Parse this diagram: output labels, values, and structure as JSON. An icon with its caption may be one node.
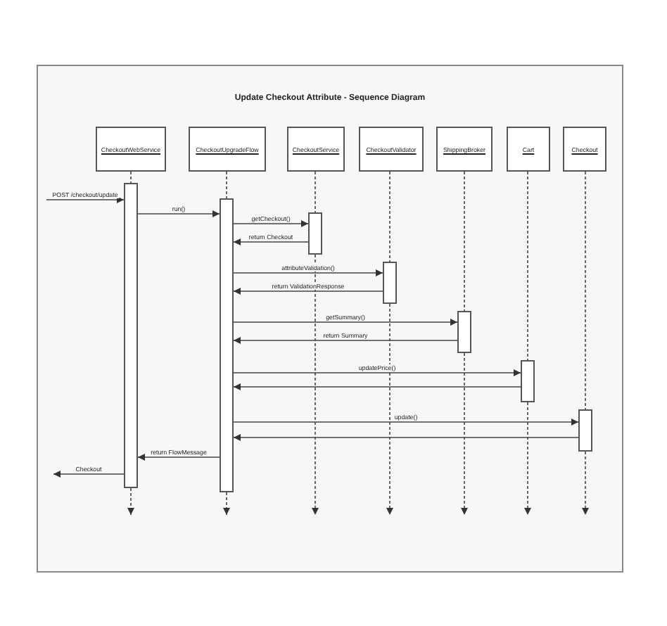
{
  "diagram": {
    "title": "Update Checkout Attribute - Sequence Diagram",
    "nodes": [
      {
        "text": [
          "CheckoutWebService"
        ]
      },
      {
        "text": [
          "CheckoutUpgradeFlow"
        ]
      },
      {
        "text": [
          "CheckoutService"
        ]
      },
      {
        "text": [
          "CheckoutValidator"
        ]
      },
      {
        "text": [
          "ShippingBroker"
        ]
      },
      {
        "text": [
          "Cart"
        ]
      },
      {
        "text": [
          "Checkout"
        ]
      },
      {
        "text": [],
        "shape": "bar"
      },
      {
        "text": [],
        "shape": "bar"
      },
      {
        "text": [],
        "shape": "bar"
      },
      {
        "text": [],
        "shape": "bar"
      },
      {
        "text": [],
        "shape": "bar"
      },
      {
        "text": [],
        "shape": "bar"
      },
      {
        "text": [],
        "shape": "bar"
      }
    ],
    "edges": [
      {
        "from": null,
        "to": 7,
        "arrow": "to",
        "label": "POST /checkout/update"
      },
      {
        "from": 7,
        "to": 8,
        "arrow": "to",
        "label": "run()"
      },
      {
        "from": 8,
        "to": 9,
        "arrow": "to",
        "label": "getCheckout()"
      },
      {
        "from": 9,
        "to": 8,
        "arrow": "to",
        "label": "return Checkout"
      },
      {
        "from": 8,
        "to": 10,
        "arrow": "to",
        "label": "attributeValidation()"
      },
      {
        "from": 10,
        "to": 8,
        "arrow": "to",
        "label": "return ValidationResponse"
      },
      {
        "from": 8,
        "to": 11,
        "arrow": "to",
        "label": "getSummary()"
      },
      {
        "from": 11,
        "to": 8,
        "arrow": "to",
        "label": "return Summary"
      },
      {
        "from": 8,
        "to": 12,
        "arrow": "to",
        "label": "updatePrice()"
      },
      {
        "from": 12,
        "to": 8,
        "arrow": "to"
      },
      {
        "from": 8,
        "to": 13,
        "arrow": "to",
        "label": "update()"
      },
      {
        "from": 13,
        "to": 8,
        "arrow": "to"
      },
      {
        "from": 8,
        "to": 7,
        "arrow": "to",
        "label": "return FlowMessage"
      },
      {
        "from": 7,
        "to": null,
        "arrow": "to",
        "label": "Checkout"
      },
      {
        "from": 0,
        "to": 7,
        "arrow": "none",
        "style": "dashed"
      },
      {
        "from": 1,
        "to": 8,
        "arrow": "none",
        "style": "dashed"
      },
      {
        "from": 2,
        "to": 9,
        "arrow": "none",
        "style": "dashed"
      },
      {
        "from": 3,
        "to": 10,
        "arrow": "none",
        "style": "dashed"
      },
      {
        "from": 4,
        "to": 11,
        "arrow": "none",
        "style": "dashed"
      },
      {
        "from": 5,
        "to": 12,
        "arrow": "none",
        "style": "dashed"
      },
      {
        "from": 6,
        "to": 13,
        "arrow": "none",
        "style": "dashed"
      },
      {
        "from": 7,
        "to": null,
        "arrow": "to",
        "style": "dashed"
      },
      {
        "from": 8,
        "to": null,
        "arrow": "to",
        "style": "dashed"
      },
      {
        "from": 9,
        "to": null,
        "arrow": "to",
        "style": "dashed"
      },
      {
        "from": 10,
        "to": null,
        "arrow": "to",
        "style": "dashed"
      },
      {
        "from": 11,
        "to": null,
        "arrow": "to",
        "style": "dashed"
      },
      {
        "from": 12,
        "to": null,
        "arrow": "to",
        "style": "dashed"
      },
      {
        "from": 13,
        "to": null,
        "arrow": "to",
        "style": "dashed"
      }
    ]
  }
}
